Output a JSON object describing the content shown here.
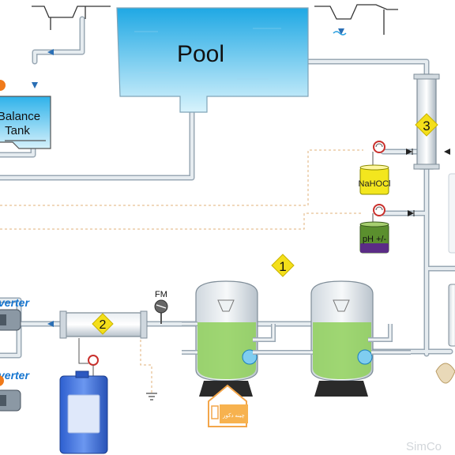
{
  "labels": {
    "pool": "Pool",
    "balance_tank_line1": "Balance",
    "balance_tank_line2": "Tank",
    "naocl": "NaHOCl",
    "ph": "pH +/-",
    "fm": "FM",
    "inverter1": "verter",
    "inverter2": "verter",
    "watermark": "SimCo"
  },
  "markers": {
    "filters": "1",
    "heat_exchanger": "2",
    "uv_unit": "3"
  },
  "logo": {
    "text": "چینه دکور"
  },
  "colors": {
    "water": "#38b6ea",
    "water_light": "#d6f1fb",
    "pipe": "#c9d3dc",
    "pipe_edge": "#9aa8b4",
    "marker": "#f4df1a",
    "filter_media": "#8fd05a",
    "chemical_yellow": "#f3e61e",
    "chemical_green": "#5b8f2e",
    "chemical_purple": "#5b2c86"
  }
}
